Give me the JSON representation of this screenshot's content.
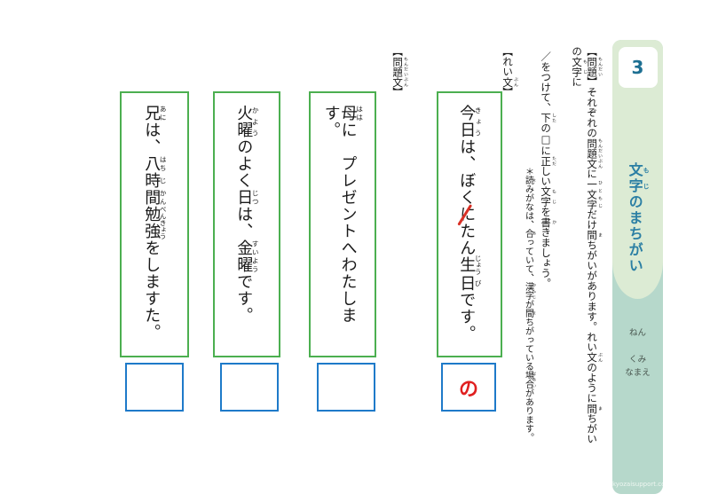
{
  "sidebar": {
    "number": "3",
    "title_segments": [
      {
        "t": "文字",
        "r": "もじ"
      },
      {
        "t": "のまちがい"
      }
    ],
    "fields": {
      "nen": "ねん",
      "kumi": "くみ",
      "namae": "なまえ"
    },
    "watermark": "kyozaisupport.com",
    "colors": {
      "top_bg": "#dcebd4",
      "bottom_bg": "#b6d8cb",
      "title_text": "#2b7fa4",
      "number_text": "#1d6f92"
    }
  },
  "instructions": {
    "line1_segments": [
      {
        "t": "【"
      },
      {
        "t": "問題",
        "r": "もんだい"
      },
      {
        "t": "】それぞれの"
      },
      {
        "t": "問題文",
        "r": "もんだいぶん"
      },
      {
        "t": "に"
      },
      {
        "t": "一文字",
        "r": "ひともじ"
      },
      {
        "t": "だけ"
      },
      {
        "t": "間",
        "r": "ま"
      },
      {
        "t": "ちがいがあります。れい"
      },
      {
        "t": "文",
        "r": "ぶん"
      },
      {
        "t": "のように"
      },
      {
        "t": "間",
        "r": "ま"
      },
      {
        "t": "ちがいの"
      },
      {
        "t": "文字",
        "r": "もじ"
      },
      {
        "t": "に"
      }
    ],
    "line2_segments": [
      {
        "t": "／をつけて、"
      },
      {
        "t": "下",
        "r": "した"
      },
      {
        "t": "の□に"
      },
      {
        "t": "正",
        "r": "ただ"
      },
      {
        "t": "しい"
      },
      {
        "t": "文字",
        "r": "もじ"
      },
      {
        "t": "を"
      },
      {
        "t": "書",
        "r": "か"
      },
      {
        "t": "きましょう。"
      }
    ],
    "note_segments": [
      {
        "t": "＊"
      },
      {
        "t": "読",
        "r": "よ"
      },
      {
        "t": "みがなは、"
      },
      {
        "t": "合",
        "r": "あ"
      },
      {
        "t": "っていて、"
      },
      {
        "t": "漢字",
        "r": "かんじ"
      },
      {
        "t": "が"
      },
      {
        "t": "間",
        "r": "ま"
      },
      {
        "t": "ちがっている"
      },
      {
        "t": "場合",
        "r": "ばあい"
      },
      {
        "t": "があります。"
      }
    ]
  },
  "example": {
    "label_segments": [
      {
        "t": "【れい"
      },
      {
        "t": "文",
        "r": "ぶん"
      },
      {
        "t": "】"
      }
    ],
    "sentence_segments": [
      {
        "t": "今日",
        "r": "きょう"
      },
      {
        "t": "は、ぼく"
      },
      {
        "t": "に",
        "strike": true
      },
      {
        "t": "たん"
      },
      {
        "t": "生",
        "r": "じょう"
      },
      {
        "t": "日",
        "r": "び"
      },
      {
        "t": "です。"
      }
    ],
    "answer": "の"
  },
  "problems": {
    "label_segments": [
      {
        "t": "【"
      },
      {
        "t": "問題文",
        "r": "もんだいぶん"
      },
      {
        "t": "】"
      }
    ],
    "items": [
      {
        "sentence_segments": [
          {
            "t": "母",
            "r": "はは"
          },
          {
            "t": "に　プレゼントへわたします。"
          }
        ],
        "answer": ""
      },
      {
        "sentence_segments": [
          {
            "t": "火曜",
            "r": "かよう"
          },
          {
            "t": "のよく"
          },
          {
            "t": "日",
            "r": "じつ"
          },
          {
            "t": "は、"
          },
          {
            "t": "金曜",
            "r": "すいよう"
          },
          {
            "t": "です。"
          }
        ],
        "answer": ""
      },
      {
        "sentence_segments": [
          {
            "t": "兄",
            "r": "あに"
          },
          {
            "t": "は、"
          },
          {
            "t": "八",
            "r": "はち"
          },
          {
            "t": "時",
            "r": "じ"
          },
          {
            "t": "間",
            "r": "かん"
          },
          {
            "t": "勉強",
            "r": "べんきょう"
          },
          {
            "t": "をしますた。"
          }
        ],
        "answer": ""
      }
    ]
  },
  "colors": {
    "box_green": "#4caf50",
    "box_blue": "#1e7ac9",
    "accent_red": "#e02020",
    "strike_red": "#d93025"
  }
}
